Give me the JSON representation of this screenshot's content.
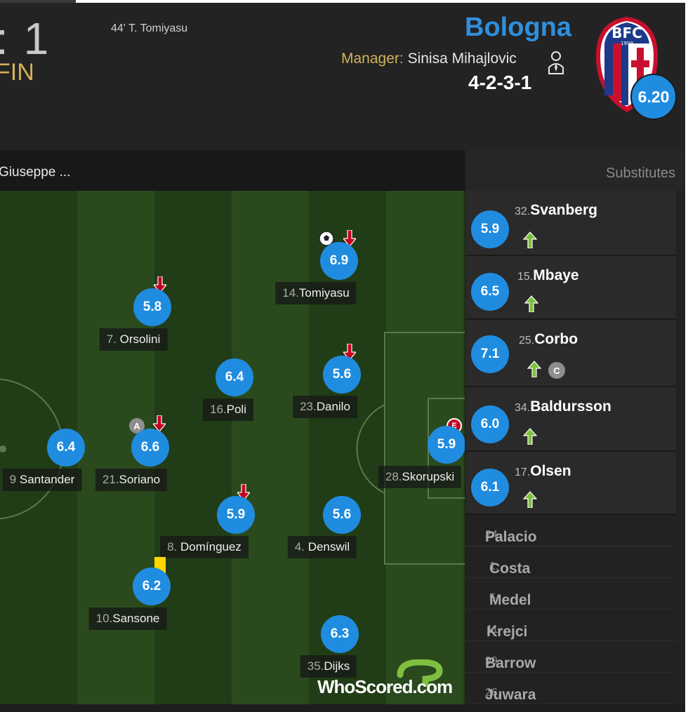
{
  "header": {
    "score": ": 1",
    "status": "FIN",
    "event": "44' T. Tomiyasu",
    "team": "Bologna",
    "manager_label": "Manager:",
    "manager_name": "Sinisa Mihajlovic",
    "formation": "4-2-3-1",
    "team_rating": "6.20",
    "crest_text": "BFC",
    "crest_year": "1909"
  },
  "tabs": {
    "current": "Giuseppe ..."
  },
  "substitutes_header": "Substitutes",
  "players": {
    "tomiyasu": {
      "number": "14.",
      "name": "Tomiyasu",
      "rating": "6.9"
    },
    "orsolini": {
      "number": "7.",
      "name": "Orsolini",
      "rating": "5.8"
    },
    "poli": {
      "number": "16.",
      "name": "Poli",
      "rating": "6.4"
    },
    "danilo": {
      "number": "23.",
      "name": "Danilo",
      "rating": "5.6"
    },
    "santander": {
      "number": "9",
      "name": "Santander",
      "rating": "6.4"
    },
    "soriano": {
      "number": "21.",
      "name": "Soriano",
      "rating": "6.6"
    },
    "skorupski": {
      "number": "28.",
      "name": "Skorupski",
      "rating": "5.9"
    },
    "dominguez": {
      "number": "8.",
      "name": "Domínguez",
      "rating": "5.9"
    },
    "denswil": {
      "number": "4.",
      "name": "Denswil",
      "rating": "5.6"
    },
    "sansone": {
      "number": "10.",
      "name": "Sansone",
      "rating": "6.2"
    },
    "dijks": {
      "number": "35.",
      "name": "Dijks",
      "rating": "6.3"
    }
  },
  "badges": {
    "captain": "A",
    "error": "E",
    "sub_captain": "C"
  },
  "substitutes": [
    {
      "number": "32.",
      "name": "Svanberg",
      "rating": "5.9"
    },
    {
      "number": "15.",
      "name": "Mbaye",
      "rating": "6.5"
    },
    {
      "number": "25.",
      "name": "Corbo",
      "rating": "7.1"
    },
    {
      "number": "34.",
      "name": "Baldursson",
      "rating": "6.0"
    },
    {
      "number": "17.",
      "name": "Olsen",
      "rating": "6.1"
    }
  ],
  "bench": [
    {
      "number": "24.",
      "name": "Palacio"
    },
    {
      "number": "1.",
      "name": "Costa"
    },
    {
      "number": "5.",
      "name": "Medel"
    },
    {
      "number": "11.",
      "name": "Krejci"
    },
    {
      "number": "99.",
      "name": "Barrow"
    },
    {
      "number": "26.",
      "name": "Juwara"
    }
  ],
  "watermark": "WhoScored.com",
  "colors": {
    "rating_blue": "#1f8ce0",
    "team_blue": "#2f8fdc",
    "gold": "#d4b05a",
    "sub_green": "#7fbf3f",
    "sub_red": "#c4001f"
  },
  "icons": [
    "coach-icon",
    "ball-icon",
    "sub-out-arrow-icon",
    "sub-in-arrow-icon",
    "yellow-card-icon",
    "captain-badge-icon",
    "error-badge-icon"
  ]
}
